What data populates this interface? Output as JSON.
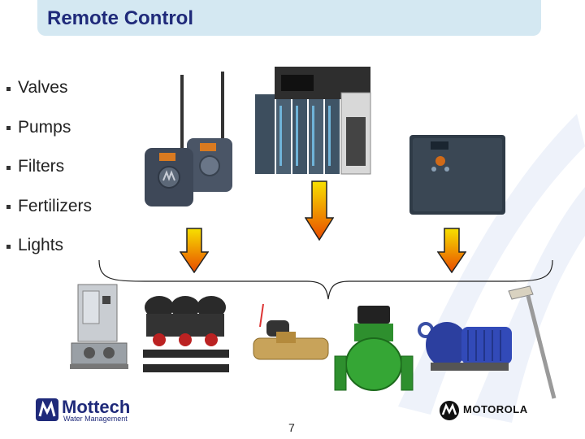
{
  "header": {
    "title": "Remote Control"
  },
  "bullets": {
    "items": [
      "Valves",
      "Pumps",
      "Filters",
      "Fertilizers",
      "Lights"
    ]
  },
  "footer": {
    "page_number": "7"
  },
  "logos": {
    "left": {
      "name": "Mottech",
      "subtitle": "Water Management"
    },
    "right": {
      "name": "MOTOROLA"
    }
  },
  "colors": {
    "title": "#1f2a7a",
    "title_bar": "#d4e8f2",
    "arrow_top": "#f7e000",
    "arrow_bottom": "#e84b00"
  }
}
